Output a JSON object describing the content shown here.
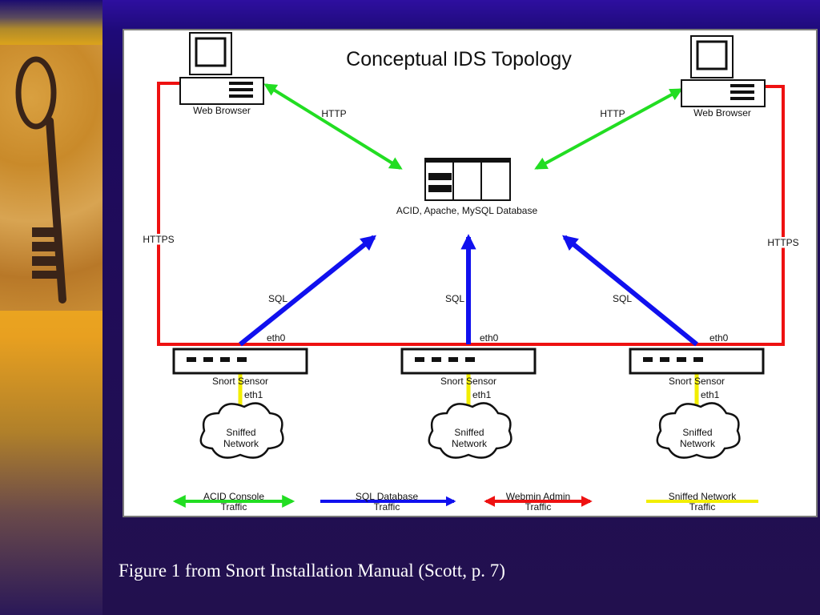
{
  "diagram": {
    "title": "Conceptual IDS Topology",
    "nodes": {
      "web_browser_left": "Web Browser",
      "web_browser_right": "Web Browser",
      "server": "ACID, Apache, MySQL Database",
      "sensor_label": "Snort Sensor",
      "eth0": "eth0",
      "eth1": "eth1",
      "cloud_line1": "Sniffed",
      "cloud_line2": "Network"
    },
    "edge_labels": {
      "http": "HTTP",
      "https": "HTTPS",
      "sql": "SQL"
    },
    "legend": [
      {
        "line1": "ACID Console",
        "line2": "Traffic",
        "color": "#22dd22"
      },
      {
        "line1": "SQL Database",
        "line2": "Traffic",
        "color": "#1010ee"
      },
      {
        "line1": "Webmin Admin",
        "line2": "Traffic",
        "color": "#ee1111"
      },
      {
        "line1": "Sniffed Network",
        "line2": "Traffic",
        "color": "#f2ee00"
      }
    ],
    "colors": {
      "console": "#22dd22",
      "sql": "#1010ee",
      "admin": "#ee1111",
      "sniffed": "#f2ee00"
    }
  },
  "caption": "Figure 1 from Snort Installation Manual (Scott, p. 7)"
}
